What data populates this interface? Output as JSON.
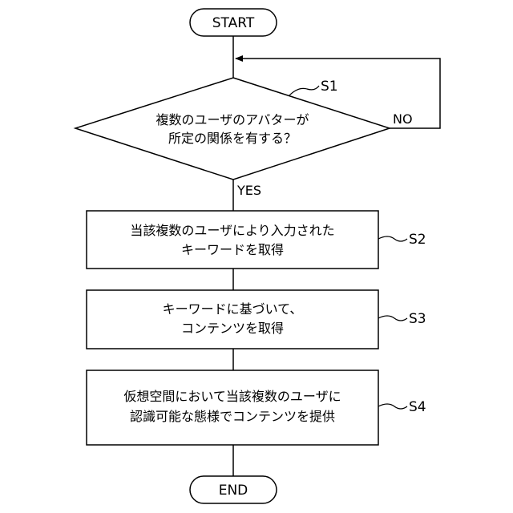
{
  "flowchart": {
    "start": "START",
    "end": "END",
    "decision": {
      "step": "S1",
      "lines": [
        "複数のユーザのアバターが",
        "所定の関係を有する？"
      ],
      "yes": "YES",
      "no": "NO"
    },
    "steps": [
      {
        "step": "S2",
        "lines": [
          "当該複数のユーザにより入力された",
          "キーワードを取得"
        ]
      },
      {
        "step": "S3",
        "lines": [
          "キーワードに基づいて、",
          "コンテンツを取得"
        ]
      },
      {
        "step": "S4",
        "lines": [
          "仮想空間において当該複数のユーザに",
          "認識可能な態様でコンテンツを提供"
        ]
      }
    ]
  }
}
